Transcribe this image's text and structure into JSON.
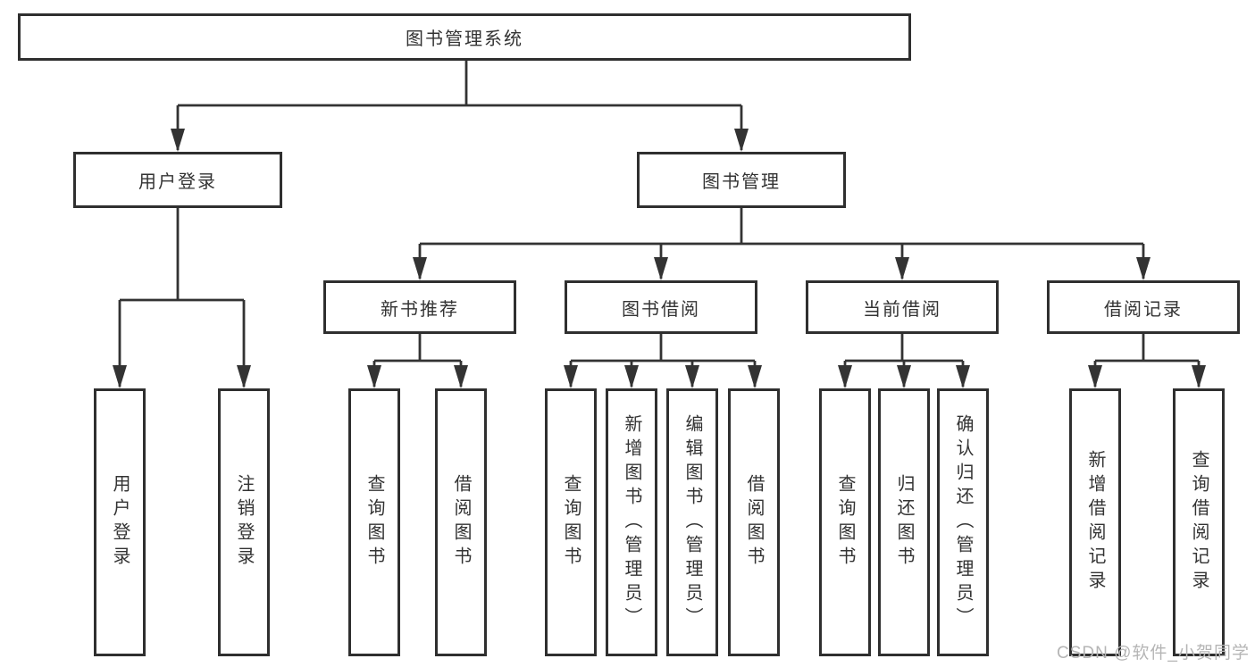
{
  "diagram": {
    "root": {
      "label": "图书管理系统"
    },
    "branches": [
      {
        "label": "用户登录",
        "children": [
          {
            "label": "用户登录"
          },
          {
            "label": "注销登录"
          }
        ]
      },
      {
        "label": "图书管理",
        "children": [
          {
            "label": "新书推荐",
            "children": [
              {
                "label": "查询图书"
              },
              {
                "label": "借阅图书"
              }
            ]
          },
          {
            "label": "图书借阅",
            "children": [
              {
                "label": "查询图书"
              },
              {
                "label": "新增图书（管理员）"
              },
              {
                "label": "编辑图书（管理员）"
              },
              {
                "label": "借阅图书"
              }
            ]
          },
          {
            "label": "当前借阅",
            "children": [
              {
                "label": "查询图书"
              },
              {
                "label": "归还图书"
              },
              {
                "label": "确认归还（管理员）"
              }
            ]
          },
          {
            "label": "借阅记录",
            "children": [
              {
                "label": "新增借阅记录"
              },
              {
                "label": "查询借阅记录"
              }
            ]
          }
        ]
      }
    ],
    "watermark": "CSDN @软件_小贺同学",
    "colors": {
      "line": "#333333",
      "box_border": "#2f2f2f",
      "text": "#333333",
      "background": "#ffffff",
      "watermark": "#b5b5b5"
    }
  }
}
